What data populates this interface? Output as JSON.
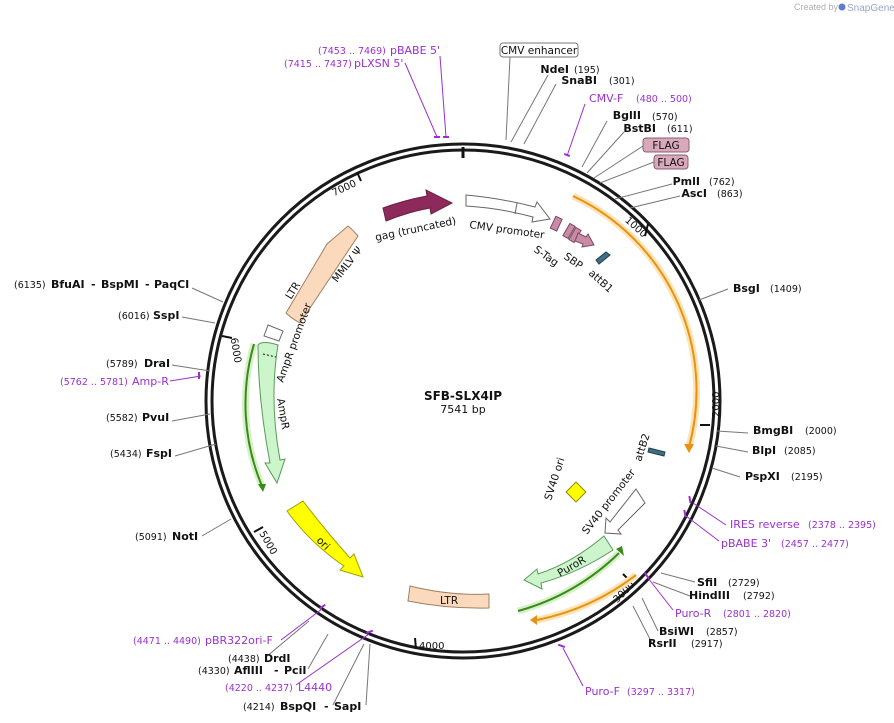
{
  "credit": {
    "prefix": "Created by",
    "brand": "SnapGene"
  },
  "plasmid": {
    "name": "SFB-SLX4IP",
    "size": "7541 bp"
  },
  "ticks": [
    "1000",
    "2000",
    "3000",
    "4000",
    "5000",
    "6000",
    "7000"
  ],
  "sites_right": [
    {
      "name": "NdeI",
      "pos": "(195)"
    },
    {
      "name": "SnaBI",
      "pos": "(301)"
    },
    {
      "name": "BglII",
      "pos": "(570)"
    },
    {
      "name": "BstBI",
      "pos": "(611)"
    },
    {
      "name": "PmlI",
      "pos": "(762)"
    },
    {
      "name": "AscI",
      "pos": "(863)"
    },
    {
      "name": "BsgI",
      "pos": "(1409)"
    },
    {
      "name": "BmgBI",
      "pos": "(2000)"
    },
    {
      "name": "BlpI",
      "pos": "(2085)"
    },
    {
      "name": "PspXI",
      "pos": "(2195)"
    },
    {
      "name": "SfiI",
      "pos": "(2729)"
    },
    {
      "name": "HindIII",
      "pos": "(2792)"
    },
    {
      "name": "BsiWI",
      "pos": "(2857)"
    },
    {
      "name": "RsrII",
      "pos": "(2917)"
    }
  ],
  "sites_left": [
    {
      "name": "BfuAI",
      "pos": "(6135)",
      "extra": [
        "BspMI",
        "PaqCI"
      ]
    },
    {
      "name": "SspI",
      "pos": "(6016)"
    },
    {
      "name": "DraI",
      "pos": "(5789)"
    },
    {
      "name": "PvuI",
      "pos": "(5582)"
    },
    {
      "name": "FspI",
      "pos": "(5434)"
    },
    {
      "name": "NotI",
      "pos": "(5091)"
    },
    {
      "name": "DrdI",
      "pos": "(4438)"
    },
    {
      "name": "AflIII",
      "pos": "(4330)",
      "extra": [
        "PciI"
      ]
    },
    {
      "name": "BspQI",
      "pos": "(4214)",
      "extra": [
        "SapI"
      ]
    }
  ],
  "primers": {
    "pbabe5": {
      "name": "pBABE 5'",
      "pos": "(7453 .. 7469)"
    },
    "plxsn5": {
      "name": "pLXSN 5'",
      "pos": "(7415 .. 7437)"
    },
    "cmvf": {
      "name": "CMV-F",
      "pos": "(480 .. 500)"
    },
    "iresrev": {
      "name": "IRES reverse",
      "pos": "(2378 .. 2395)"
    },
    "pbabe3": {
      "name": "pBABE 3'",
      "pos": "(2457 .. 2477)"
    },
    "puror": {
      "name": "Puro-R",
      "pos": "(2801 .. 2820)"
    },
    "purof": {
      "name": "Puro-F",
      "pos": "(3297 .. 3317)"
    },
    "ampr": {
      "name": "Amp-R",
      "pos": "(5762 .. 5781)"
    },
    "pbr322": {
      "name": "pBR322ori-F",
      "pos": "(4471 .. 4490)"
    },
    "l4440": {
      "name": "L4440",
      "pos": "(4220 .. 4237)"
    }
  },
  "boxes": {
    "cmv_enhancer": "CMV enhancer",
    "flag1": "FLAG",
    "flag2": "FLAG"
  },
  "features": {
    "gag": "gag (truncated)",
    "cmv_promoter": "CMV promoter",
    "stag": "S-Tag",
    "sbp": "SBP",
    "attb1": "attB1",
    "attb2": "attB2",
    "mmlv": "MMLV Ψ",
    "ltr_top": "LTR",
    "ampr_promoter": "AmpR promoter",
    "ampr": "AmpR",
    "ori": "ori",
    "ltr_bottom": "LTR",
    "sv40ori": "SV40 ori",
    "sv40promoter": "SV40 promoter",
    "puror": "PuroR"
  },
  "colors": {
    "backbone": "#1a1a1a",
    "gag": "#8e2a5b",
    "ltr": "#fbd9bd",
    "ampr": "#ccf5cc",
    "ori": "#ffff00",
    "tag": "#c98aa6",
    "att": "#3d6f85",
    "primer": "#9b30d0",
    "orf_orange": "#e8920e",
    "orf_green": "#3a8a18"
  }
}
